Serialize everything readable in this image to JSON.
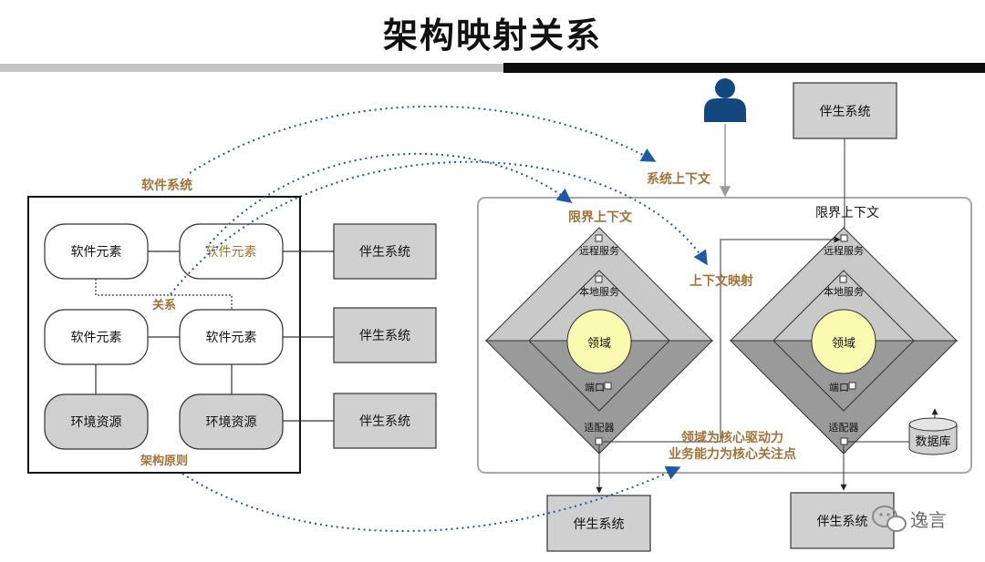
{
  "title": "架构映射关系",
  "colors": {
    "accent_text": "#a0733b",
    "arrow_blue": "#1f5aa0",
    "box_fill": "#d0d0d0",
    "domain_fill": "#fafab0",
    "person": "#15477f"
  },
  "left_panel": {
    "label_top": "软件系统",
    "label_bottom": "架构原则",
    "relation_label": "关系",
    "software_element": "软件元素",
    "environment_resource": "环境资源",
    "companion_system": "伴生系统"
  },
  "right_panel": {
    "system_context": "系统上下文",
    "bounded_context_left": "限界上下文",
    "bounded_context_right": "限界上下文",
    "context_mapping": "上下文映射",
    "remote_service": "远程服务",
    "local_service": "本地服务",
    "domain": "领域",
    "port": "端口",
    "adapter": "适配器",
    "database": "数据库",
    "companion_system": "伴生系统",
    "note_line1": "领域为核心驱动力",
    "note_line2": "业务能力为核心关注点"
  },
  "watermark": {
    "icon": "wechat-icon",
    "text": "逸言"
  }
}
